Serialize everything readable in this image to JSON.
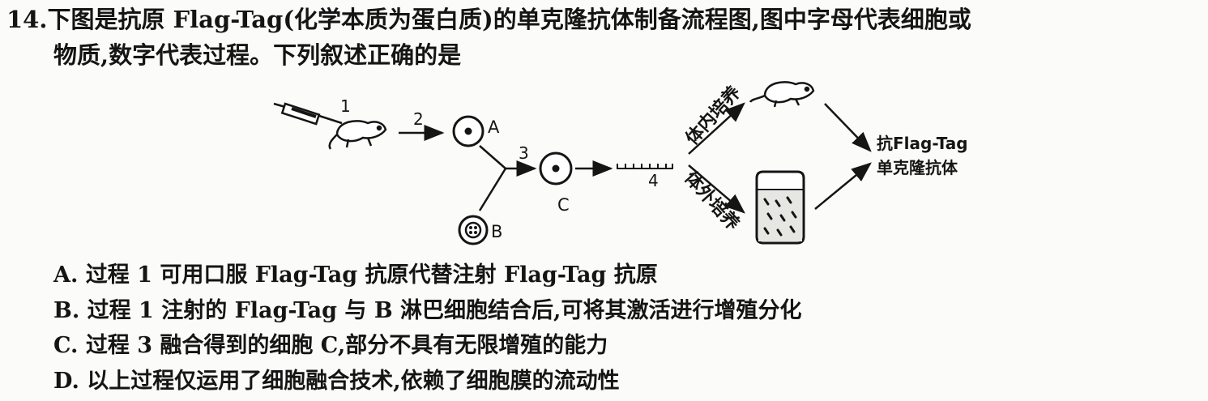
{
  "question": {
    "number": "14.",
    "stem_line1": "下图是抗原 Flag-Tag(化学本质为蛋白质)的单克隆抗体制备流程图,图中字母代表细胞或",
    "stem_line2": "物质,数字代表过程。下列叙述正确的是"
  },
  "diagram": {
    "process_labels": [
      "1",
      "2",
      "3",
      "4"
    ],
    "cell_labels": {
      "a": "A",
      "b": "B",
      "c": "C"
    },
    "in_vivo_label": "体内培养",
    "in_vitro_label": "体外培养",
    "product_line1": "抗Flag-Tag",
    "product_line2": "单克隆抗体",
    "icons": [
      "syringe-icon",
      "mouse-icon",
      "culture-flask-icon"
    ]
  },
  "options": [
    {
      "text": "A. 过程 1 可用口服 Flag-Tag 抗原代替注射 Flag-Tag 抗原"
    },
    {
      "text": "B. 过程 1 注射的 Flag-Tag 与 B 淋巴细胞结合后,可将其激活进行增殖分化"
    },
    {
      "text": "C. 过程 3 融合得到的细胞 C,部分不具有无限增殖的能力"
    },
    {
      "text": "D. 以上过程仅运用了细胞融合技术,依赖了细胞膜的流动性"
    }
  ],
  "colors": {
    "ink": "#151515",
    "paper": "#fbfbf9"
  }
}
